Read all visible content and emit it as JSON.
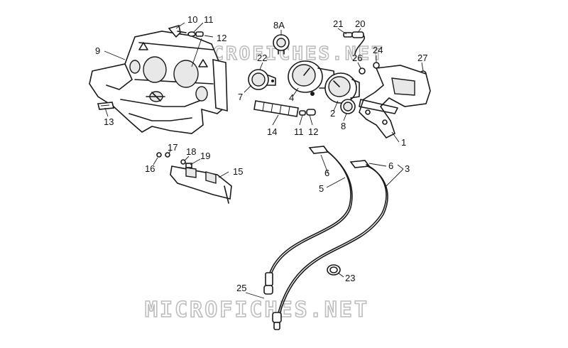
{
  "watermark": {
    "top": "MICROFICHES.NET",
    "bottom": "MICROFICHES.NET"
  },
  "callouts": [
    {
      "id": "c1",
      "text": "1"
    },
    {
      "id": "c2",
      "text": "2"
    },
    {
      "id": "c3",
      "text": "3"
    },
    {
      "id": "c4",
      "text": "4"
    },
    {
      "id": "c5",
      "text": "5"
    },
    {
      "id": "c6a",
      "text": "6"
    },
    {
      "id": "c6b",
      "text": "6"
    },
    {
      "id": "c7",
      "text": "7"
    },
    {
      "id": "c8",
      "text": "8"
    },
    {
      "id": "c8a",
      "text": "8A"
    },
    {
      "id": "c9",
      "text": "9"
    },
    {
      "id": "c10",
      "text": "10"
    },
    {
      "id": "c11a",
      "text": "11"
    },
    {
      "id": "c11b",
      "text": "11"
    },
    {
      "id": "c12a",
      "text": "12"
    },
    {
      "id": "c12b",
      "text": "12"
    },
    {
      "id": "c13",
      "text": "13"
    },
    {
      "id": "c14",
      "text": "14"
    },
    {
      "id": "c15",
      "text": "15"
    },
    {
      "id": "c16",
      "text": "16"
    },
    {
      "id": "c17",
      "text": "17"
    },
    {
      "id": "c18",
      "text": "18"
    },
    {
      "id": "c19",
      "text": "19"
    },
    {
      "id": "c20",
      "text": "20"
    },
    {
      "id": "c21",
      "text": "21"
    },
    {
      "id": "c22",
      "text": "22"
    },
    {
      "id": "c23",
      "text": "23"
    },
    {
      "id": "c24",
      "text": "24"
    },
    {
      "id": "c25",
      "text": "25"
    },
    {
      "id": "c26",
      "text": "26"
    },
    {
      "id": "c27",
      "text": "27"
    }
  ]
}
